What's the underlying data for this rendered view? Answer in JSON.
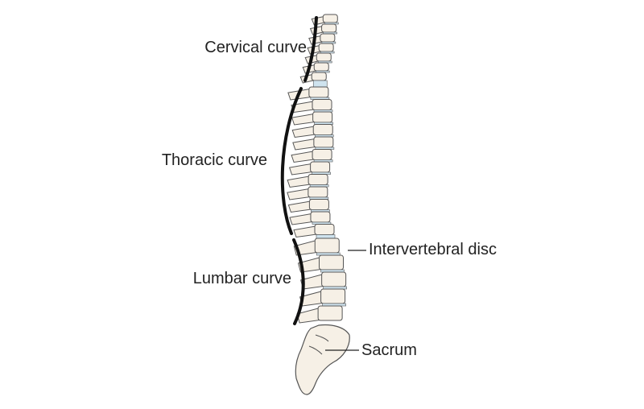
{
  "labels": {
    "cervical": "Cervical curve",
    "thoracic": "Thoracic curve",
    "lumbar": "Lumbar curve",
    "disc": "Intervertebral disc",
    "sacrum": "Sacrum"
  },
  "colors": {
    "bone_fill": "#f6f0e6",
    "bone_outline": "#555555",
    "disc_fill": "#cfe3ee",
    "curve_line": "#111111",
    "text": "#222222"
  }
}
